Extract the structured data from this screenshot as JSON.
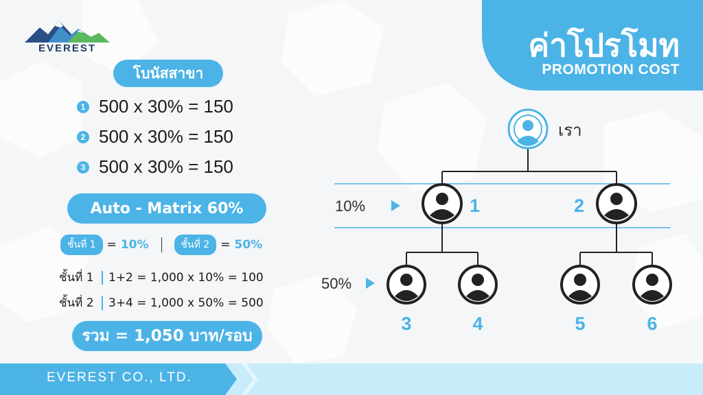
{
  "logo": {
    "text": "EVEREST"
  },
  "title": {
    "thai": "ค่าโปรโมท",
    "english": "PROMOTION COST"
  },
  "bonus": {
    "label": "โบนัสสาขา",
    "rows": [
      {
        "num": "1",
        "text": "500 x 30% = 150"
      },
      {
        "num": "2",
        "text": "500 x 30% = 150"
      },
      {
        "num": "3",
        "text": "500 x 30% = 150"
      }
    ]
  },
  "auto_matrix": {
    "label": "Auto - Matrix 60%"
  },
  "layers": {
    "layer1_label": "ชั้นที่ 1",
    "layer1_value": "10%",
    "layer2_label": "ชั้นที่ 2",
    "layer2_value": "50%",
    "equals": "="
  },
  "calc": [
    {
      "label": "ชั้นที่ 1",
      "formula": "1+2 = 1,000 x 10% = 100"
    },
    {
      "label": "ชั้นที่ 2",
      "formula": "3+4 = 1,000 x 50% = 500"
    }
  ],
  "total": {
    "label": "รวม = 1,050 บาท/รอบ"
  },
  "footer": {
    "text": "EVEREST CO., LTD."
  },
  "diagram": {
    "root_label": "เรา",
    "row1_percent": "10%",
    "row2_percent": "50%",
    "level1": [
      "1",
      "2"
    ],
    "level2": [
      "3",
      "4",
      "5",
      "6"
    ]
  },
  "colors": {
    "accent": "#4cb3e6",
    "dark": "#1a1a1a",
    "footer_light": "#c9ecfb"
  }
}
